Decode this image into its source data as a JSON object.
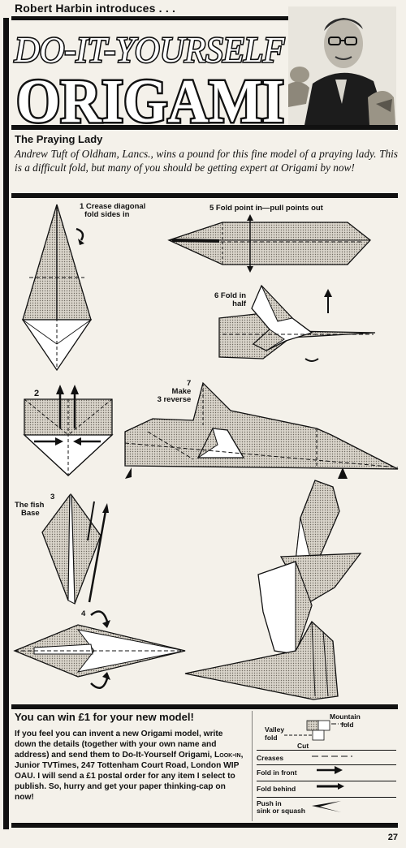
{
  "header": {
    "intro": "Robert Harbin introduces . . .",
    "title_line1": "DO-IT-YOURSELF",
    "title_line2": "ORIGAMI"
  },
  "article": {
    "title": "The Praying Lady",
    "text": "Andrew Tuft of Oldham, Lancs., wins a pound for this fine model of a praying lady. This is a difficult fold, but many of you should be getting expert at Origami by now!"
  },
  "steps": {
    "s1_line1": "1 Crease diagonal",
    "s1_line2": "fold sides in",
    "s2": "2",
    "s3_num": "3",
    "s3_line1": "The fish",
    "s3_line2": "Base",
    "s4": "4",
    "s5": "5 Fold point in—pull points out",
    "s6_line1": "6 Fold in",
    "s6_line2": "half",
    "s7_num": "7",
    "s7_line1": "Make",
    "s7_line2": "3 reverse"
  },
  "competition": {
    "title": "You can win £1 for your new model!",
    "text_a": "If you feel you can invent a new Origami model, write down the details (together with your own name and address) and send them to Do-It-Yourself Origami, ",
    "text_brand": "Look-in",
    "text_b": ", Junior TVTimes, 247 Tottenham Court Road, London WIP OAU. I will send a £1 postal order for any item I select to publish. So, hurry and get your paper thinking-cap on now!"
  },
  "key": {
    "mountain_line1": "Mountain",
    "mountain_line2": "fold",
    "valley_line1": "Valley",
    "valley_line2": "fold",
    "cut": "Cut",
    "creases": "Creases",
    "fold_front": "Fold in front",
    "fold_behind": "Fold behind",
    "push_line1": "Push in",
    "push_line2": "sink or squash"
  },
  "footer": {
    "page_number": "27"
  }
}
